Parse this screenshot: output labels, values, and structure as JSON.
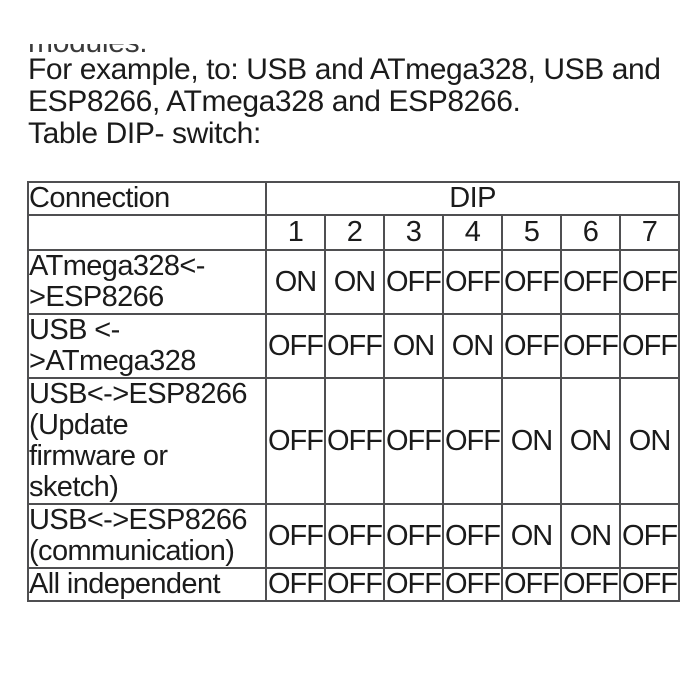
{
  "page": {
    "clipped_top_text": "modules.",
    "intro_paragraph": "For example, to: USB and ATmega328, USB and\nESP8266, ATmega328 and ESP8266.",
    "table_caption": "Table DIP- switch:"
  },
  "table": {
    "header": {
      "connection_label": "Connection",
      "dip_label": "DIP",
      "pin_numbers": [
        "1",
        "2",
        "3",
        "4",
        "5",
        "6",
        "7"
      ]
    },
    "rows": [
      {
        "label": "ATmega328<-\n>ESP8266",
        "values": [
          "ON",
          "ON",
          "OFF",
          "OFF",
          "OFF",
          "OFF",
          "OFF"
        ]
      },
      {
        "label": "USB <-\n>ATmega328",
        "values": [
          "OFF",
          "OFF",
          "ON",
          "ON",
          "OFF",
          "OFF",
          "OFF"
        ]
      },
      {
        "label": "USB<->ESP8266\n(Update\nfirmware or\nsketch)",
        "values": [
          "OFF",
          "OFF",
          "OFF",
          "OFF",
          "ON",
          "ON",
          "ON"
        ]
      },
      {
        "label": "USB<->ESP8266\n(communication)",
        "values": [
          "OFF",
          "OFF",
          "OFF",
          "OFF",
          "ON",
          "ON",
          "OFF"
        ]
      },
      {
        "label": "All independent",
        "values": [
          "OFF",
          "OFF",
          "OFF",
          "OFF",
          "OFF",
          "OFF",
          "OFF"
        ]
      }
    ]
  },
  "colors": {
    "text": "#1b1b1b",
    "border": "#4f4f51",
    "background": "#ffffff"
  }
}
